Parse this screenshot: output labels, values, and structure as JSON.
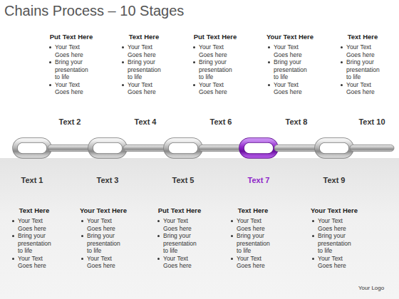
{
  "diagram": {
    "title": "Chains Process – 10 Stages",
    "nodes": [
      {
        "text": [
          "Text 1"
        ]
      },
      {
        "text": [
          "Text 2"
        ]
      },
      {
        "text": [
          "Text 3"
        ]
      },
      {
        "text": [
          "Text 4"
        ]
      },
      {
        "text": [
          "Text 5"
        ]
      },
      {
        "text": [
          "Text 6"
        ]
      },
      {
        "text": [
          "Text 7"
        ]
      },
      {
        "text": [
          "Text 8"
        ]
      },
      {
        "text": [
          "Text 9"
        ]
      },
      {
        "text": [
          "Text 10"
        ]
      }
    ],
    "labels": [
      "Put Text Here",
      "Your Text Goes here",
      "Bring your presentation to life",
      "Your Text Goes here",
      "Text Here",
      "Your Text Goes here",
      "Bring your presentation to life",
      "Your Text Goes here",
      "Put Text Here",
      "Your Text Goes here",
      "Bring your presentation to life",
      "Your Text Goes here",
      "Your Text Here",
      "Your Text Goes here",
      "Bring your presentation to life",
      "Your Text Goes here",
      "Text Here",
      "Your Text Goes here",
      "Bring your presentation to life",
      "Your Text Goes here",
      "Text Here",
      "Your Text Goes here",
      "Bring your presentation to life",
      "Your Text Goes here",
      "Your Text Here",
      "Your Text Goes here",
      "Bring your presentation to life",
      "Your Text Goes here",
      "Put Text Here",
      "Your Text Goes here",
      "Bring your presentation to life",
      "Your Text Goes here",
      "Text Here",
      "Your Text Goes here",
      "Bring your presentation to life",
      "Your Text Goes here",
      "Your Text Here",
      "Your Text Goes here",
      "Bring your presentation to life",
      "Your Text Goes here",
      "Your Logo"
    ]
  }
}
